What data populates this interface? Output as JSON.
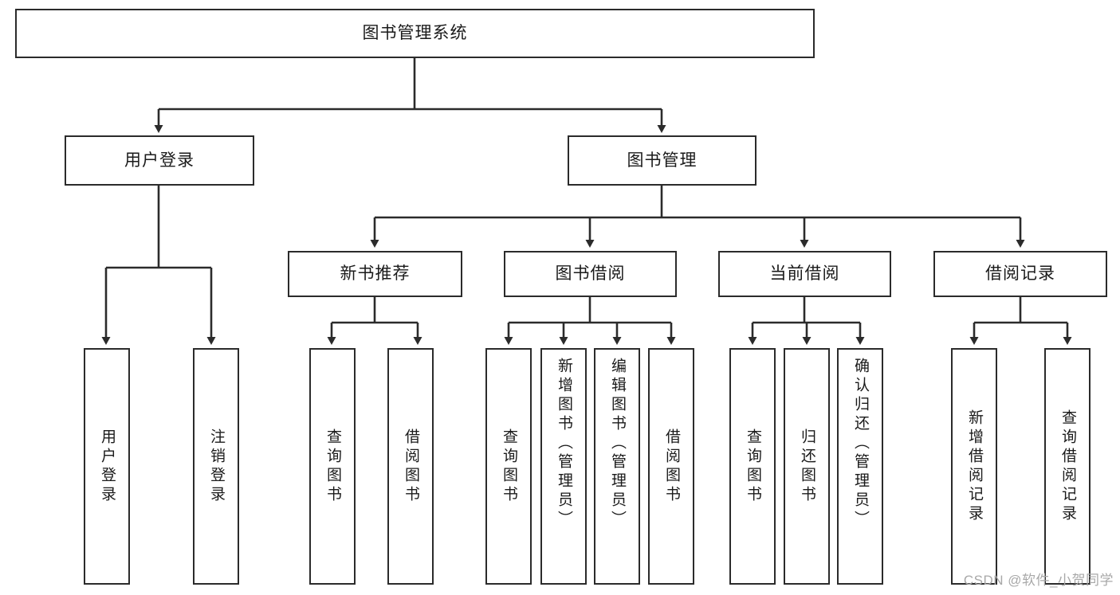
{
  "diagram": {
    "title": "图书管理系统",
    "type": "functional-structure-tree",
    "root": {
      "id": "root",
      "label": "图书管理系统"
    },
    "level2": [
      {
        "id": "user-login",
        "label": "用户登录"
      },
      {
        "id": "book-manage",
        "label": "图书管理"
      }
    ],
    "level3": [
      {
        "id": "new-book-rec",
        "label": "新书推荐",
        "parent": "book-manage"
      },
      {
        "id": "book-borrow",
        "label": "图书借阅",
        "parent": "book-manage"
      },
      {
        "id": "current-borrow",
        "label": "当前借阅",
        "parent": "book-manage"
      },
      {
        "id": "borrow-record",
        "label": "借阅记录",
        "parent": "book-manage"
      }
    ],
    "leaves": [
      {
        "id": "leaf-user-login",
        "label": "用户登录",
        "parent": "user-login"
      },
      {
        "id": "leaf-logout",
        "label": "注销登录",
        "parent": "user-login"
      },
      {
        "id": "leaf-query-book-1",
        "label": "查询图书",
        "parent": "new-book-rec"
      },
      {
        "id": "leaf-borrow-book-1",
        "label": "借阅图书",
        "parent": "new-book-rec"
      },
      {
        "id": "leaf-query-book-2",
        "label": "查询图书",
        "parent": "book-borrow"
      },
      {
        "id": "leaf-add-book",
        "label": "新增图书（管理员）",
        "parent": "book-borrow"
      },
      {
        "id": "leaf-edit-book",
        "label": "编辑图书（管理员）",
        "parent": "book-borrow"
      },
      {
        "id": "leaf-borrow-book-2",
        "label": "借阅图书",
        "parent": "book-borrow"
      },
      {
        "id": "leaf-query-book-3",
        "label": "查询图书",
        "parent": "current-borrow"
      },
      {
        "id": "leaf-return-book",
        "label": "归还图书",
        "parent": "current-borrow"
      },
      {
        "id": "leaf-confirm-return",
        "label": "确认归还（管理员）",
        "parent": "current-borrow"
      },
      {
        "id": "leaf-add-record",
        "label": "新增借阅记录",
        "parent": "borrow-record"
      },
      {
        "id": "leaf-query-record",
        "label": "查询借阅记录",
        "parent": "borrow-record"
      }
    ]
  },
  "watermark": {
    "text": "CSDN @软件_小贺同学"
  },
  "colors": {
    "stroke": "#2b2b2b",
    "background": "#ffffff",
    "text": "#1a1a1a",
    "watermark": "#a8a8a8"
  }
}
